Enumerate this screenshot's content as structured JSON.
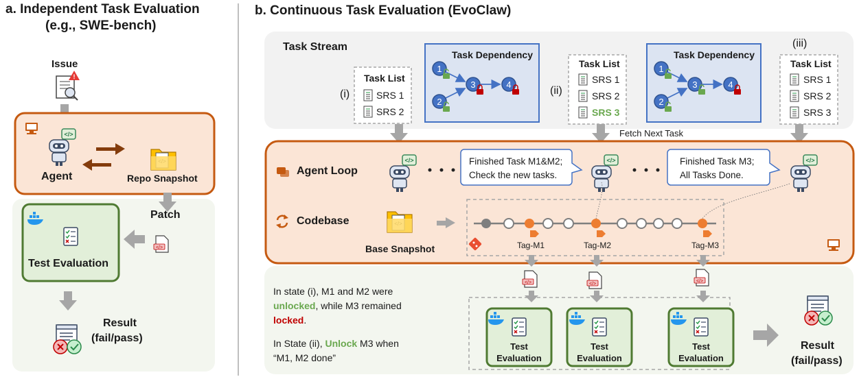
{
  "panel_a": {
    "title": "a. Independent Task Evaluation",
    "subtitle": "(e.g., SWE-bench)",
    "issue_label": "Issue",
    "agent_label": "Agent",
    "repo_label": "Repo Snapshot",
    "patch_label": "Patch",
    "test_label": "Test Evaluation",
    "result_label": "Result",
    "result_sub": "(fail/pass)"
  },
  "panel_b": {
    "title": "b. Continuous Task Evaluation (EvoClaw)",
    "task_stream_label": "Task Stream",
    "state_labels": [
      "(i)",
      "(ii)",
      "(iii)"
    ],
    "task_dependency_label": "Task Dependency",
    "task_list_label": "Task List",
    "task_lists": [
      [
        "SRS 1",
        "SRS 2"
      ],
      [
        "SRS 1",
        "SRS 2",
        "SRS 3"
      ],
      [
        "SRS 1",
        "SRS 2",
        "SRS 3"
      ]
    ],
    "fetch_label": "Fetch Next Task",
    "agent_loop_label": "Agent Loop",
    "codebase_label": "Codebase",
    "bubble1": [
      "Finished Task M1&M2;",
      "Check the new tasks."
    ],
    "bubble2": [
      "Finished Task M3;",
      "All Tasks Done."
    ],
    "base_snapshot_label": "Base Snapshot",
    "tags": [
      "Tag-M1",
      "Tag-M2",
      "Tag-M3"
    ],
    "test_label_line1": "Test",
    "test_label_line2": "Evaluation",
    "result_label": "Result",
    "result_sub": "(fail/pass)",
    "note1_a": "In state (i), M1 and M2 were",
    "note1_unlocked": "unlocked",
    "note1_b": ", while M3 remained",
    "note1_locked": "locked",
    "note1_c": ".",
    "note2_a": "In State (ii),",
    "note2_unlock": "Unlock",
    "note2_b": " M3 when",
    "note2_c": "“M1, M2 done”"
  },
  "dep_nodes": [
    "1",
    "2",
    "3",
    "4"
  ],
  "colors": {
    "orange_border": "#c55a11",
    "orange_fill": "#fbe5d6",
    "green_border": "#4f7a32",
    "green_fill": "#e2efd9",
    "node_blue": "#4472c4",
    "commit_orange": "#ed7d31",
    "gray_arrow": "#a6a6a6"
  }
}
